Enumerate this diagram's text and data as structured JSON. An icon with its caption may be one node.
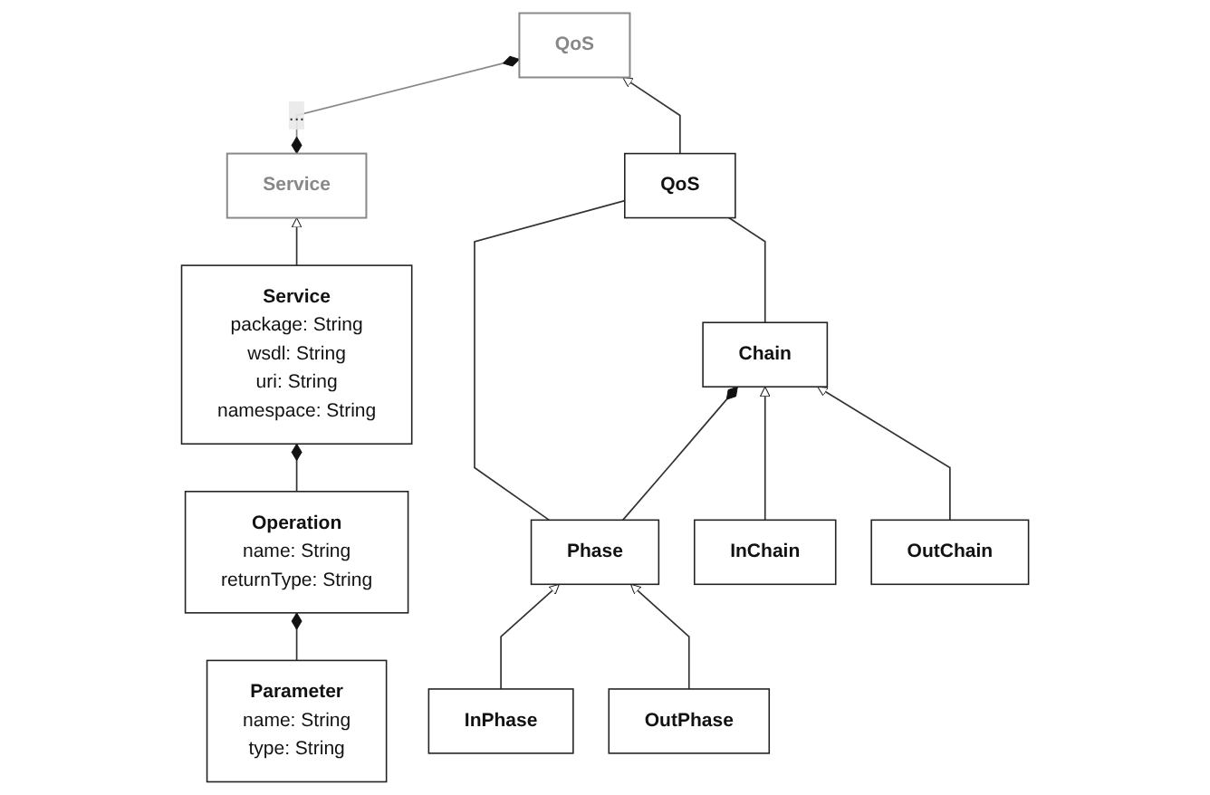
{
  "diagram": {
    "nodes": [
      {
        "text": [
          "Service"
        ]
      },
      {
        "text": [
          "QoS"
        ]
      },
      {
        "text": [
          "Service",
          "package: String",
          "wsdl: String",
          "uri: String",
          "namespace: String"
        ]
      },
      {
        "text": [
          "Operation",
          "name: String",
          "returnType: String"
        ]
      },
      {
        "text": [
          "Parameter",
          "name: String",
          "type: String"
        ]
      },
      {
        "text": [
          "QoS"
        ]
      },
      {
        "text": [
          "Chain"
        ]
      },
      {
        "text": [
          "Phase"
        ]
      },
      {
        "text": [
          "InChain"
        ]
      },
      {
        "text": [
          "OutChain"
        ]
      },
      {
        "text": [
          "InPhase"
        ]
      },
      {
        "text": [
          "OutPhase"
        ]
      }
    ],
    "edges": [
      {
        "from": 0,
        "to": 1,
        "arrow": "other",
        "label": "...",
        "color": "#888888"
      },
      {
        "from": 2,
        "to": 0,
        "arrow": "to"
      },
      {
        "from": 5,
        "to": 1,
        "arrow": "to"
      },
      {
        "from": 3,
        "to": 2,
        "arrow": "other"
      },
      {
        "from": 4,
        "to": 3,
        "arrow": "other"
      },
      {
        "from": 6,
        "to": 5,
        "arrow": "none"
      },
      {
        "from": 7,
        "to": 5,
        "arrow": "none"
      },
      {
        "from": 7,
        "to": 6,
        "arrow": "other"
      },
      {
        "from": 8,
        "to": 6,
        "arrow": "to"
      },
      {
        "from": 9,
        "to": 6,
        "arrow": "to"
      },
      {
        "from": 10,
        "to": 7,
        "arrow": "to"
      },
      {
        "from": 11,
        "to": 7,
        "arrow": "to"
      }
    ]
  }
}
